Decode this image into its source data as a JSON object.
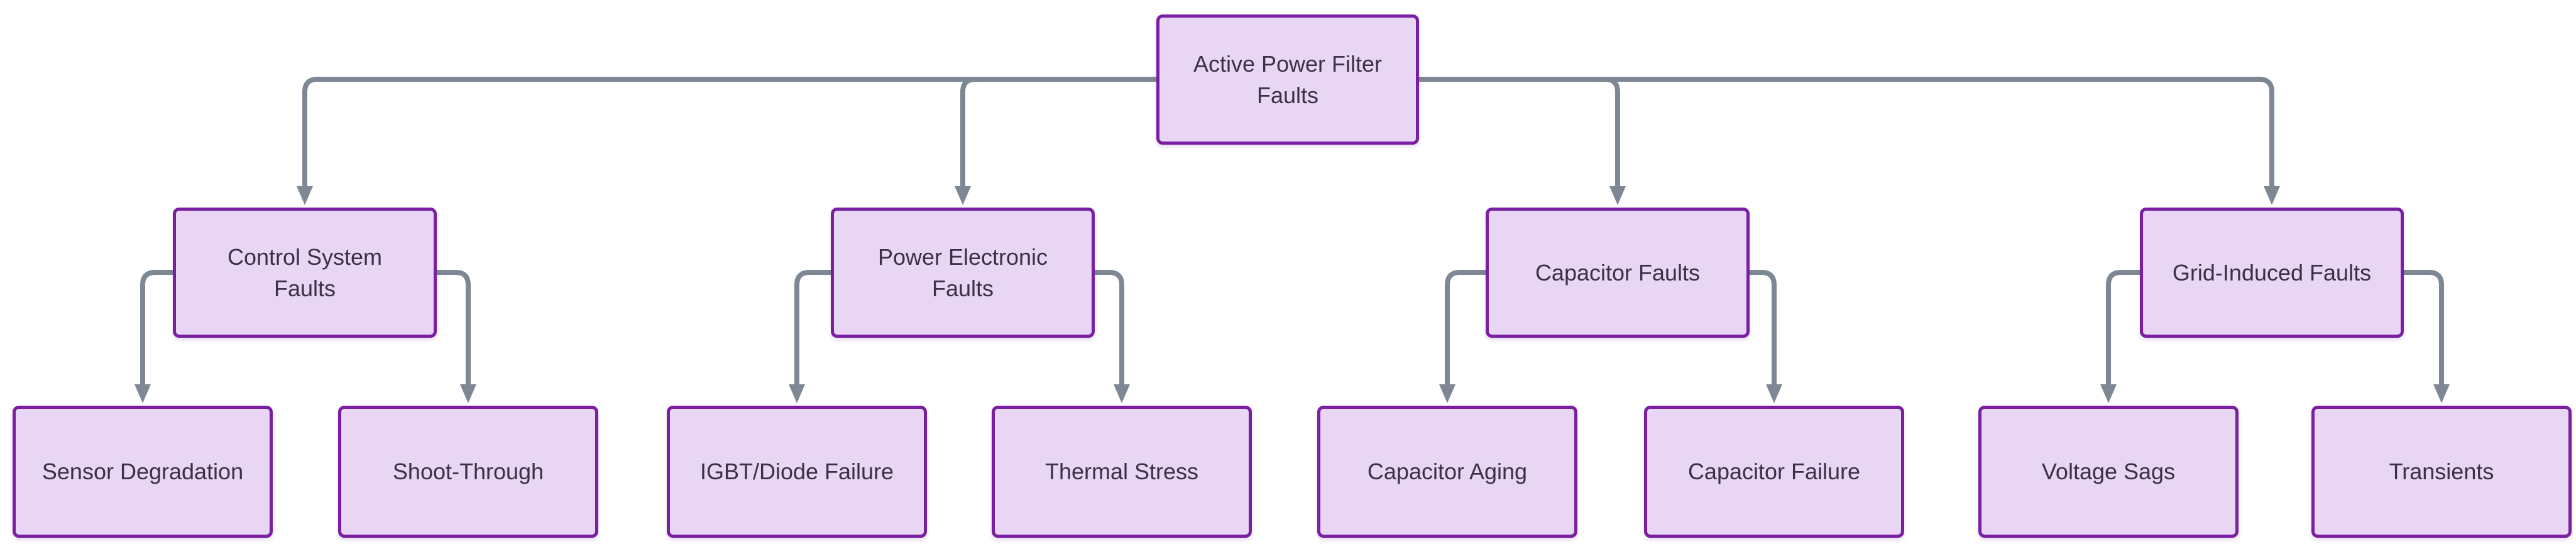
{
  "diagram": {
    "type": "flowchart",
    "orientation": "top-down",
    "colors": {
      "node_fill": "#e9d6f5",
      "node_border": "#7a1fa2",
      "edge": "#7d8894",
      "text": "#3a3144",
      "background": "#ffffff"
    },
    "root": {
      "label": "Active Power Filter\nFaults"
    },
    "branches": [
      {
        "label": "Control System\nFaults",
        "children": [
          {
            "label": "Sensor Degradation"
          },
          {
            "label": "Shoot-Through"
          }
        ]
      },
      {
        "label": "Power Electronic\nFaults",
        "children": [
          {
            "label": "IGBT/Diode Failure"
          },
          {
            "label": "Thermal Stress"
          }
        ]
      },
      {
        "label": "Capacitor Faults",
        "children": [
          {
            "label": "Capacitor Aging"
          },
          {
            "label": "Capacitor Failure"
          }
        ]
      },
      {
        "label": "Grid-Induced Faults",
        "children": [
          {
            "label": "Voltage Sags"
          },
          {
            "label": "Transients"
          }
        ]
      }
    ]
  }
}
